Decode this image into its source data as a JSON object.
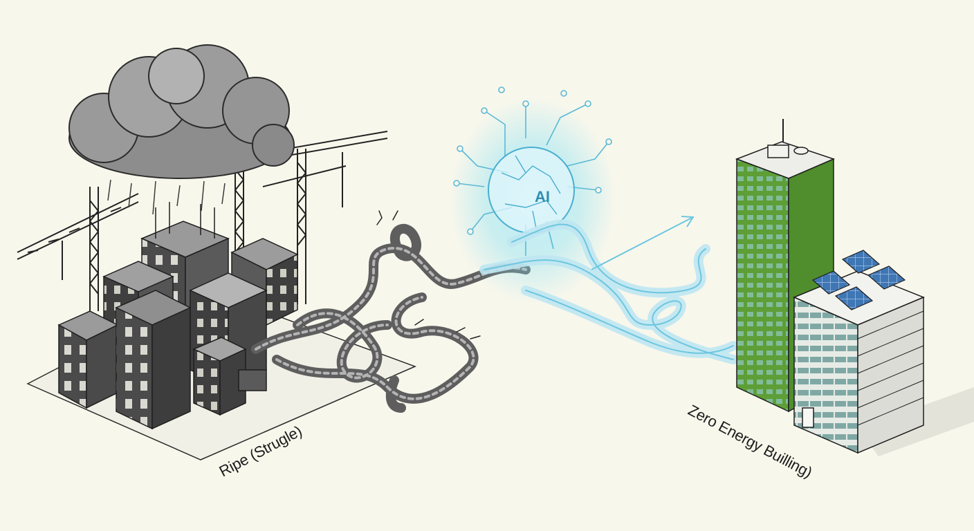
{
  "labels": {
    "left": "Ripe (Strugle)",
    "right": "Zero Energy Builling)",
    "ai": "AI"
  },
  "colors": {
    "background": "#f8f7ec",
    "ink": "#1c1c1c",
    "building_dark": "#4a4a4a",
    "cloud": "#8a8a8a",
    "rope_gray": "#6f6f6f",
    "ai_glow": "#7fdcf0",
    "green_facade": "#5f9e3a",
    "solar_panel": "#4f86c2"
  },
  "icons": [
    "storm-cloud-icon",
    "construction-crane-icon",
    "tangled-rope-icon",
    "ai-orb-icon",
    "solar-panel-icon",
    "arrow-icon"
  ]
}
